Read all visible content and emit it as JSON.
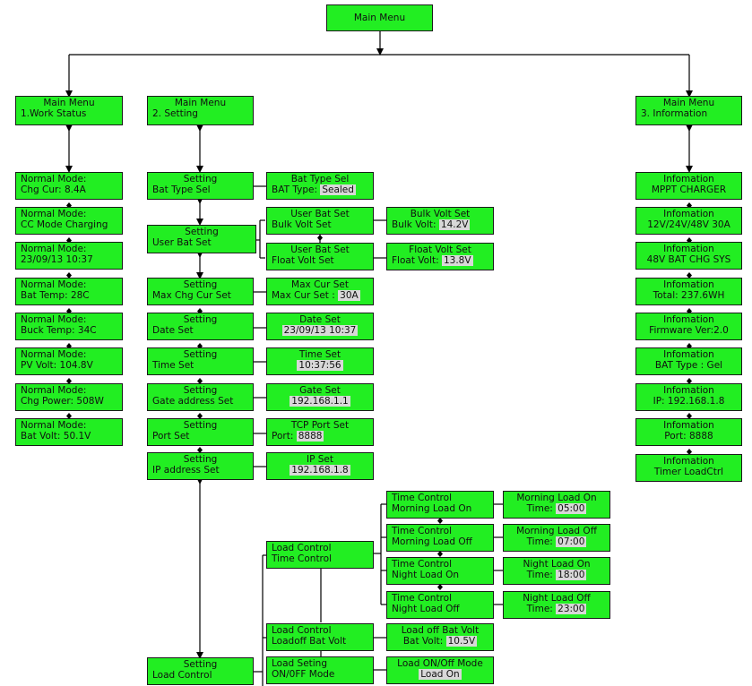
{
  "main": {
    "title": "Main Menu"
  },
  "work": {
    "header": [
      "Main Menu",
      "1.Work Status"
    ],
    "items": [
      [
        "Normal Mode:",
        "Chg Cur: 8.4A"
      ],
      [
        "Normal Mode:",
        "CC Mode Charging"
      ],
      [
        "Normal Mode:",
        "23/09/13  10:37"
      ],
      [
        "Normal Mode:",
        "Bat Temp: 28C"
      ],
      [
        "Normal Mode:",
        "Buck Temp: 34C"
      ],
      [
        "Normal Mode:",
        "PV Volt: 104.8V"
      ],
      [
        "Normal Mode:",
        "Chg Power: 508W"
      ],
      [
        "Normal Mode:",
        "Bat Volt: 50.1V"
      ]
    ]
  },
  "setting": {
    "header": [
      "Main Menu",
      "2. Setting"
    ],
    "items": [
      [
        "Setting",
        "Bat Type Sel"
      ],
      [
        "Setting",
        "User Bat Set"
      ],
      [
        "Setting",
        "Max Chg Cur Set"
      ],
      [
        "Setting",
        "Date Set"
      ],
      [
        "Setting",
        "Time Set"
      ],
      [
        "Setting",
        "Gate address Set"
      ],
      [
        "Setting",
        "Port Set"
      ],
      [
        "Setting",
        "IP address Set"
      ],
      [
        "Setting",
        "Load Control"
      ]
    ],
    "sub": {
      "bat_type": {
        "title": "Bat Type Sel",
        "label": "BAT Type:",
        "value": "Sealed"
      },
      "user_bulk": [
        "User Bat Set",
        "Bulk Volt Set"
      ],
      "user_float": [
        "User Bat Set",
        "Float Volt Set"
      ],
      "bulk": {
        "title": "Bulk Volt Set",
        "label": "Bulk Volt:",
        "value": "14.2V"
      },
      "float": {
        "title": "Float Volt Set",
        "label": "Float Volt:",
        "value": "13.8V"
      },
      "max_cur": {
        "title": "Max Cur Set",
        "label": "Max Cur Set :",
        "value": "30A"
      },
      "date": {
        "title": "Date Set",
        "value": "23/09/13  10:37"
      },
      "time": {
        "title": "Time Set",
        "value": "10:37:56"
      },
      "gate": {
        "title": "Gate Set",
        "value": "192.168.1.1"
      },
      "port": {
        "title": "TCP Port Set",
        "label": "Port:",
        "value": "8888"
      },
      "ip": {
        "title": "IP Set",
        "value": "192.168.1.8"
      }
    }
  },
  "load": {
    "time_control": [
      "Load Control",
      "Time Control"
    ],
    "loadoff": [
      "Load Control",
      "Loadoff Bat Volt"
    ],
    "onoff": [
      "Load Seting",
      "ON/0FF Mode"
    ],
    "tc_items": [
      [
        "Time Control",
        "Morning Load On"
      ],
      [
        "Time Control",
        "Morning Load Off"
      ],
      [
        "Time Control",
        "Night Load On"
      ],
      [
        "Time Control",
        "Night Load Off"
      ]
    ],
    "tc_values": [
      {
        "title": "Morning Load On",
        "label": "Time:",
        "value": "05:00"
      },
      {
        "title": "Morning Load Off",
        "label": "Time:",
        "value": "07:00"
      },
      {
        "title": "Night Load On",
        "label": "Time:",
        "value": "18:00"
      },
      {
        "title": "Night Load Off",
        "label": "Time:",
        "value": "23:00"
      }
    ],
    "loadoff_value": {
      "title": "Load off Bat Volt",
      "label": "Bat Volt:",
      "value": "10.5V"
    },
    "onoff_value": {
      "title": "Load ON/Off Mode",
      "value": "Load On"
    }
  },
  "info": {
    "header": [
      "Main Menu",
      "3. Information"
    ],
    "items": [
      [
        "Infomation",
        "MPPT CHARGER"
      ],
      [
        "Infomation",
        "12V/24V/48V 30A"
      ],
      [
        "Infomation",
        "48V BAT CHG SYS"
      ],
      [
        "Infomation",
        "Total: 237.6WH"
      ],
      [
        "Infomation",
        "Firmware Ver:2.0"
      ],
      [
        "Infomation",
        "BAT Type : Gel"
      ],
      [
        "Infomation",
        "IP: 192.168.1.8"
      ],
      [
        "Infomation",
        "Port: 8888"
      ],
      [
        "Infomation",
        "Timer LoadCtrl"
      ]
    ]
  },
  "colors": {
    "box_fill": "#22ee22",
    "value_highlight": "#d8d8d8",
    "line": "#000000"
  }
}
